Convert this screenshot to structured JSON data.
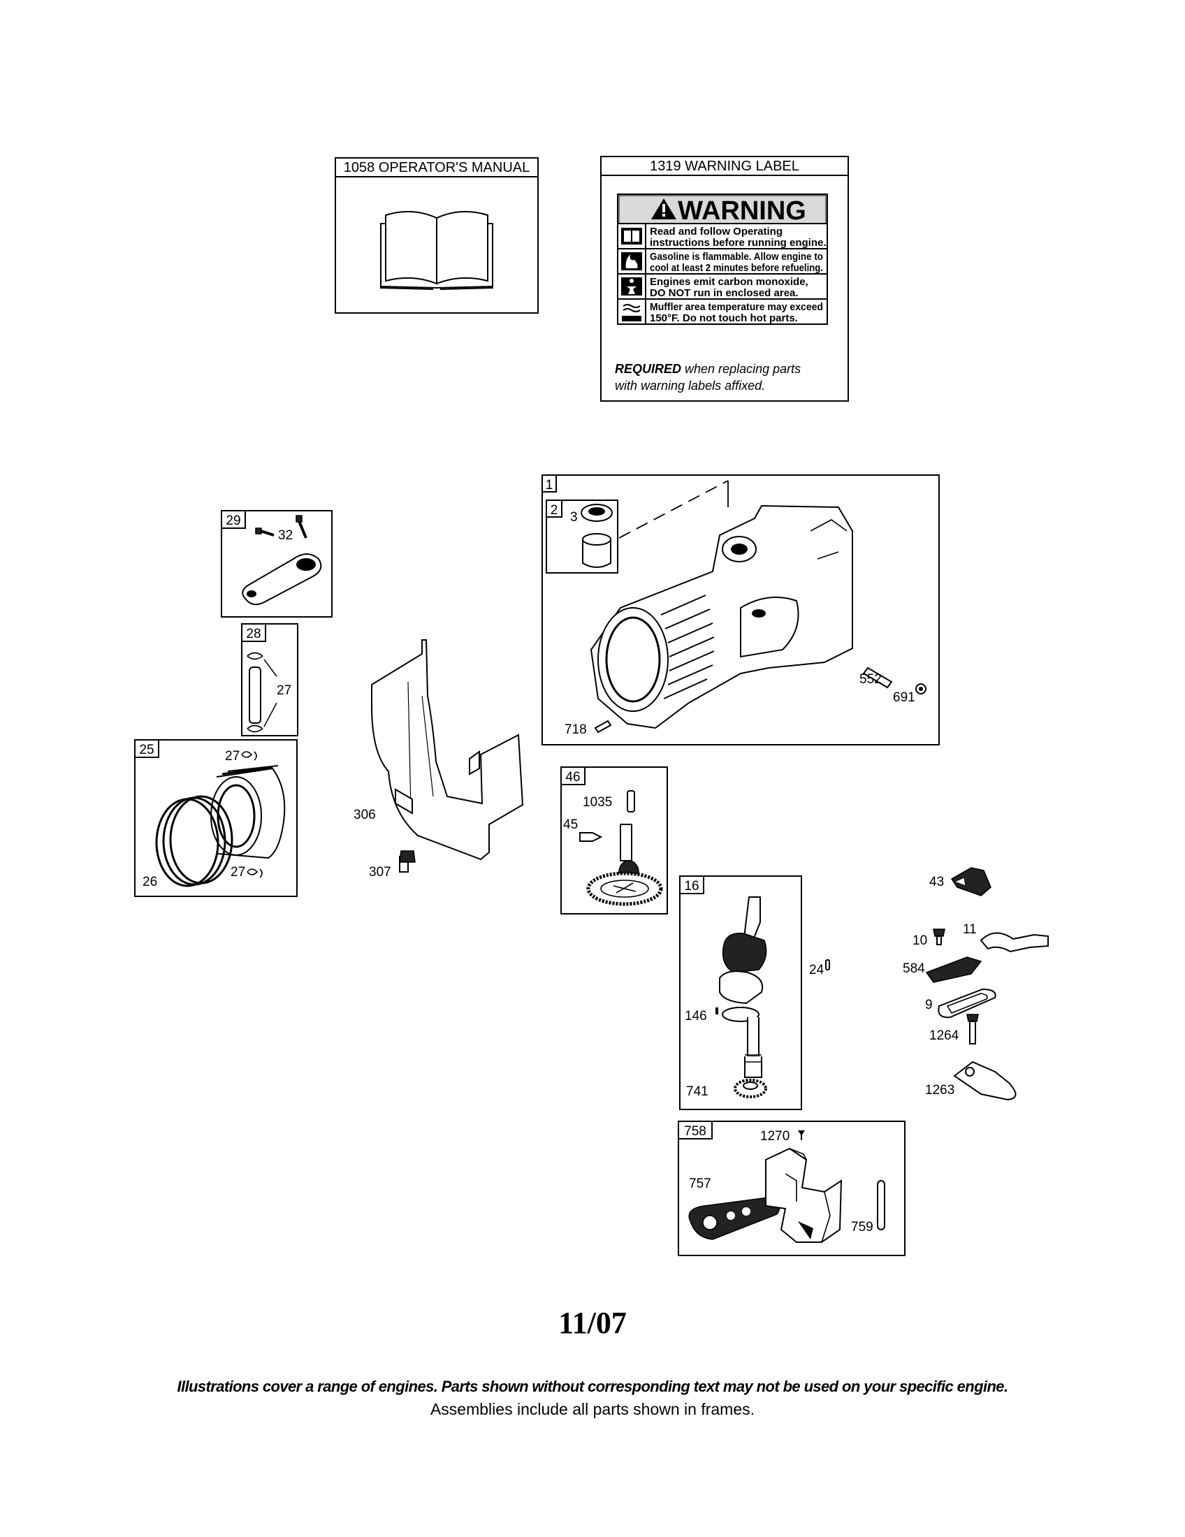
{
  "operator_manual": {
    "header": "1058 OPERATOR'S MANUAL"
  },
  "warning_label": {
    "header": "1319 WARNING LABEL",
    "title": "WARNING",
    "rows": [
      {
        "icon": "book-icon",
        "line1": "Read and follow Operating",
        "line2": "instructions before running engine."
      },
      {
        "icon": "flame-icon",
        "line1": "Gasoline is flammable. Allow engine to",
        "line2": "cool at least 2 minutes before refueling."
      },
      {
        "icon": "exhaust-person-icon",
        "line1": "Engines emit carbon monoxide,",
        "line2": "DO NOT run in enclosed area."
      },
      {
        "icon": "hot-surface-icon",
        "line1": "Muffler area temperature may exceed",
        "line2": "150°F.  Do not touch hot parts."
      }
    ],
    "required_bold": "REQUIRED",
    "required_rest": " when replacing parts",
    "required_line2": "with warning labels affixed."
  },
  "boxes": {
    "b1": "1",
    "b2": "2",
    "b29": "29",
    "b28": "28",
    "b25": "25",
    "b46": "46",
    "b16": "16",
    "b758": "758"
  },
  "labels": {
    "l3": "3",
    "l32": "32",
    "l27a": "27",
    "l27b": "27",
    "l27c": "27",
    "l26": "26",
    "l306": "306",
    "l307": "307",
    "l552": "552",
    "l691": "691",
    "l718": "718",
    "l1035": "1035",
    "l45": "45",
    "l43": "43",
    "l10": "10",
    "l11": "11",
    "l24": "24",
    "l584": "584",
    "l9": "9",
    "l146": "146",
    "l1264": "1264",
    "l741": "741",
    "l1263": "1263",
    "l1270": "1270",
    "l757": "757",
    "l759": "759"
  },
  "footer": {
    "date": "11/07",
    "disclaimer": "Illustrations cover a range of engines. Parts shown without corresponding text may not be used on your specific engine.",
    "assemblies": "Assemblies include all parts shown in frames."
  }
}
